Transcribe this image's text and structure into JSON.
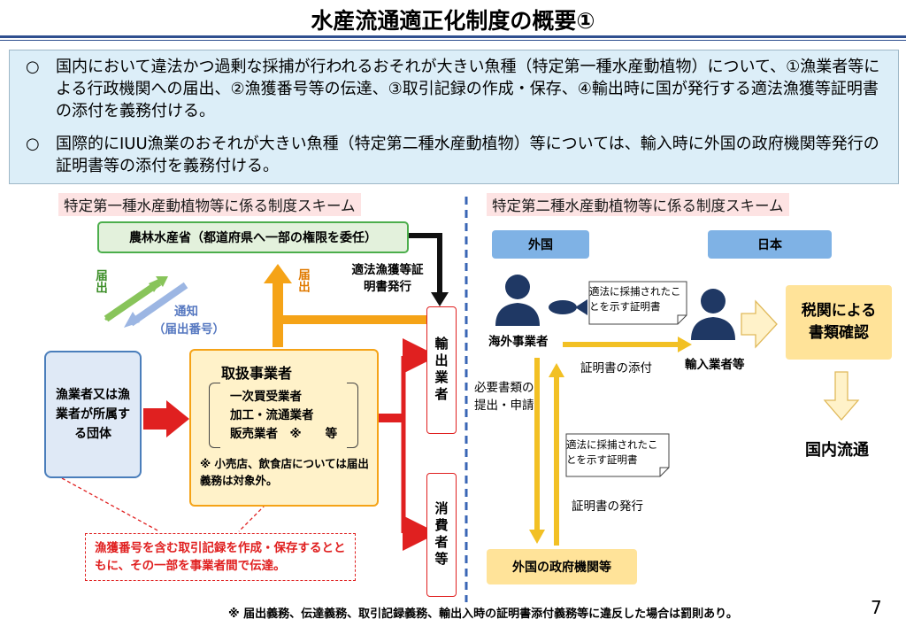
{
  "title": "水産流通適正化制度の概要①",
  "summary": {
    "mark": "○",
    "bullets": [
      "国内において違法かつ過剰な採捕が行われるおそれが大きい魚種（特定第一種水産動植物）について、①漁業者等による行政機関への届出、②漁獲番号等の伝達、③取引記録の作成・保存、④輸出時に国が発行する適法漁獲等証明書の添付を義務付ける。",
      "国際的にIUU漁業のおそれが大きい魚種（特定第二種水産動植物）等については、輸入時に外国の政府機関等発行の証明書等の添付を義務付ける。"
    ]
  },
  "left_scheme": {
    "heading": "特定第一種水産動植物等に係る制度スキーム",
    "maff": "農林水産省（都道府県へ一部の権限を委任）",
    "notify_label": "届出",
    "notice_label": "通知",
    "notice_sub": "（届出番号）",
    "report_label": "届出",
    "cert_issue": "適法漁獲等証明書発行",
    "fisher": "漁業者又は漁業者が所属する団体",
    "handler_title": "取扱事業者",
    "handler_items": [
      "一次買受業者",
      "加工・流通業者",
      "販売業者　※　　等"
    ],
    "handler_note": "※ 小売店、飲食店については届出義務は対象外。",
    "exporter": "輸出業者",
    "consumer": "消費者等",
    "record_note": "漁獲番号を含む取引記録を作成・保存するとともに、その一部を事業者間で伝達。"
  },
  "right_scheme": {
    "heading": "特定第二種水産動植物等に係る制度スキーム",
    "foreign": "外国",
    "japan": "日本",
    "overseas_operator": "海外事業者",
    "importer": "輸入業者等",
    "cert_note_1": "適法に採捕されたことを示す証明書",
    "cert_note_2": "適法に採捕されたことを示す証明書",
    "attach_label": "証明書の添付",
    "request_label": "必要書類の提出・申請",
    "issue_label": "証明書の発行",
    "foreign_gov": "外国の政府機関等",
    "customs": "税関による書類確認",
    "domestic": "国内流通"
  },
  "footer": "※ 届出義務、伝達義務、取引記録義務、輸出入時の証明書添付義務等に違反した場合は罰則あり。",
  "page_number": "7",
  "colors": {
    "green_border": "#4cae4c",
    "green_fill": "#e3f1dc",
    "blue_border": "#4a7ebb",
    "blue_fill": "#dfe9f6",
    "orange": "#f5a317",
    "red": "#e02020",
    "yellow_fill": "#fff2c9",
    "gold_fill": "#ffe399",
    "pill": "#7fb2e5"
  }
}
